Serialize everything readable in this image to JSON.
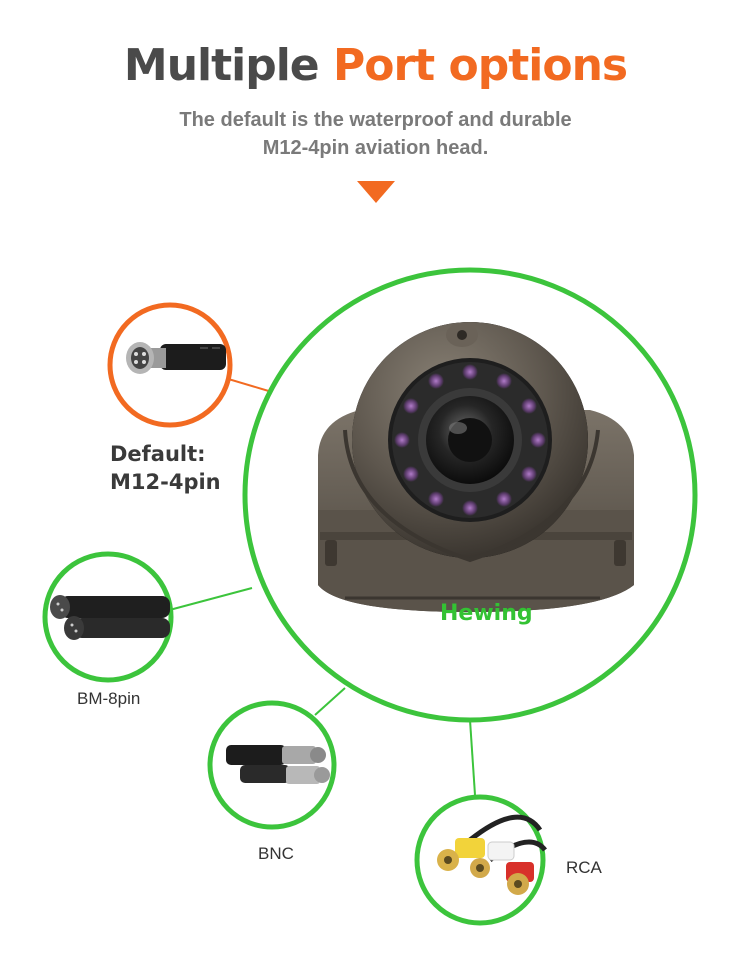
{
  "header": {
    "title_part1": "Multiple",
    "title_part2": "Port options",
    "subtitle_line1": "The default is the waterproof and durable",
    "subtitle_line2": "M12-4pin aviation head."
  },
  "product": {
    "brand_logo": "Hewing"
  },
  "connectors": {
    "default_line1": "Default:",
    "default_line2": "M12-4pin",
    "bm8": "BM-8pin",
    "bnc": "BNC",
    "rca": "RCA"
  },
  "colors": {
    "accent_orange": "#f26a21",
    "accent_green": "#3cc43c",
    "title_dark": "#4a4a4a",
    "subtitle_gray": "#7a7a7a"
  }
}
